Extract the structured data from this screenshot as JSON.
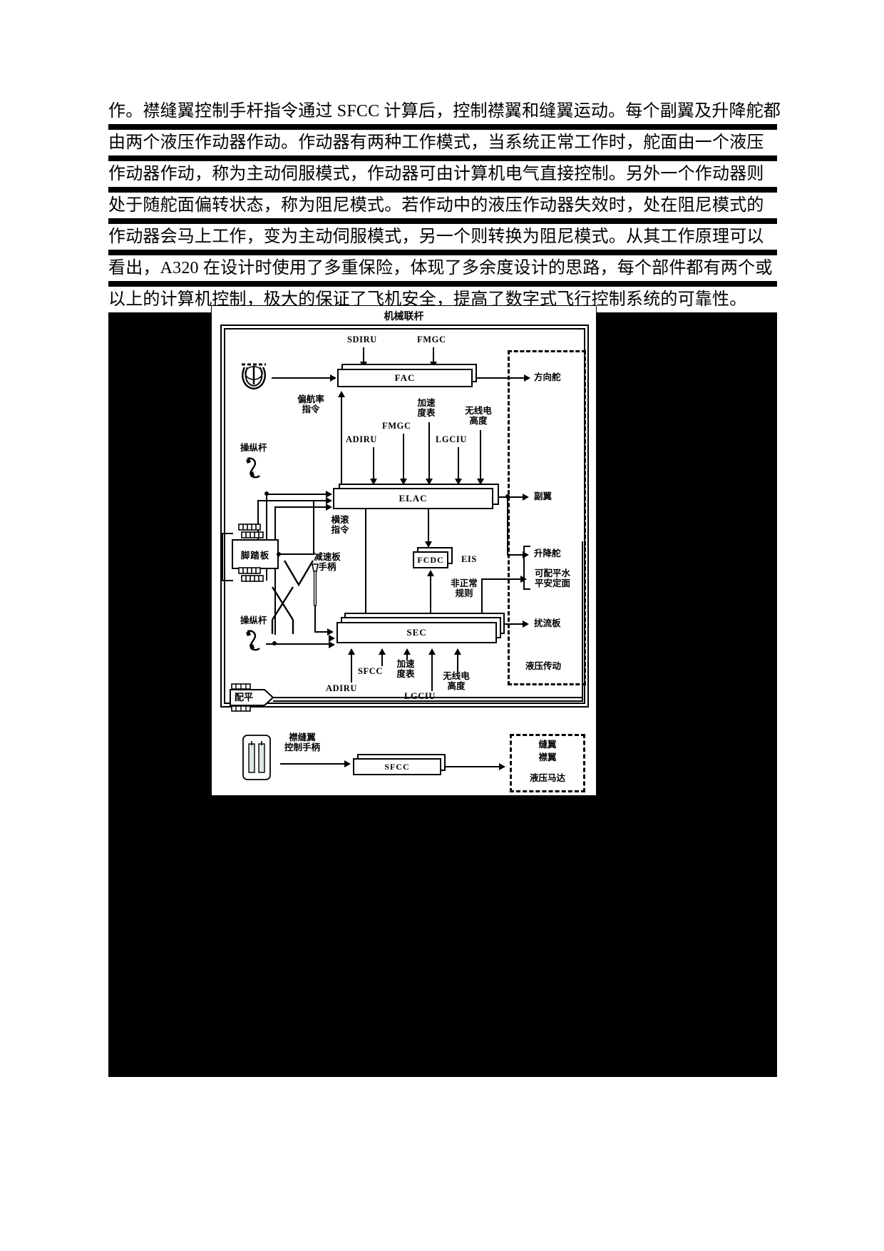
{
  "document": {
    "body_text_lines": [
      "作。襟缝翼控制手杆指令通过 SFCC 计算后，控制襟翼和缝翼运动。每个副翼及升降舵都",
      "由两个液压作动器作动。作动器有两种工作模式，当系统正常工作时，舵面由一个液压",
      "作动器作动，称为主动伺服模式，作动器可由计算机电气直接控制。另外一个作动器则",
      "处于随舵面偏转状态，称为阻尼模式。若作动中的液压作动器失效时，处在阻尼模式的",
      "作动器会马上工作，变为主动伺服模式，另一个则转换为阻尼模式。从其工作原理可以",
      "看出，A320 在设计时使用了多重保险，体现了多余度设计的思路，每个部件都有两个或",
      "以上的计算机控制，极大的保证了飞机安全，提高了数字式飞行控制系统的可靠性。"
    ]
  },
  "figure": {
    "title": "机械联杆",
    "computers": {
      "fac": "FAC",
      "elac": "ELAC",
      "sec": "SEC",
      "fcdc": "FCDC",
      "sfcc": "SFCC"
    },
    "fac_inputs": [
      "SDIRU",
      "FMGC"
    ],
    "fac_feedback": "偏航率\n指令",
    "elac_inputs": [
      "ADIRU",
      "FMGC",
      "加速\n度表",
      "LGCIU",
      "无线电\n高度"
    ],
    "elac_input_labels": {
      "adiru": "ADIRU",
      "fmgc": "FMGC",
      "accel": "加速\n度表",
      "lgciu": "LGCIU",
      "radio_alt": "无线电\n高度"
    },
    "sec_input_labels": {
      "adiru": "ADIRU",
      "sfcc": "SFCC",
      "accel": "加速\n度表",
      "lgciu": "LGCIU",
      "radio_alt": "无线电\n高度"
    },
    "inceptors": {
      "yoke": "操纵杆",
      "yoke2": "操纵杆",
      "pedals": "脚踏板",
      "speedbrake": "减速板\n手柄",
      "trim": "配平",
      "flap_lever": "襟缝翼\n控制手柄"
    },
    "internal_labels": {
      "roll_cmd": "横滚\n指令",
      "eis": "EIS",
      "abnormal_law": "非正常\n规则"
    },
    "outputs": {
      "rudder": "方向舵",
      "aileron": "副翼",
      "elevator": "升降舵",
      "ths": "可配平水\n平安定面",
      "spoiler": "扰流板",
      "hydraulic_drive": "液压传动",
      "slat": "缝翼",
      "flap": "襟翼",
      "hyd_motor": "液压马达"
    }
  },
  "colors": {
    "ink": "#000000",
    "paper": "#ffffff"
  }
}
